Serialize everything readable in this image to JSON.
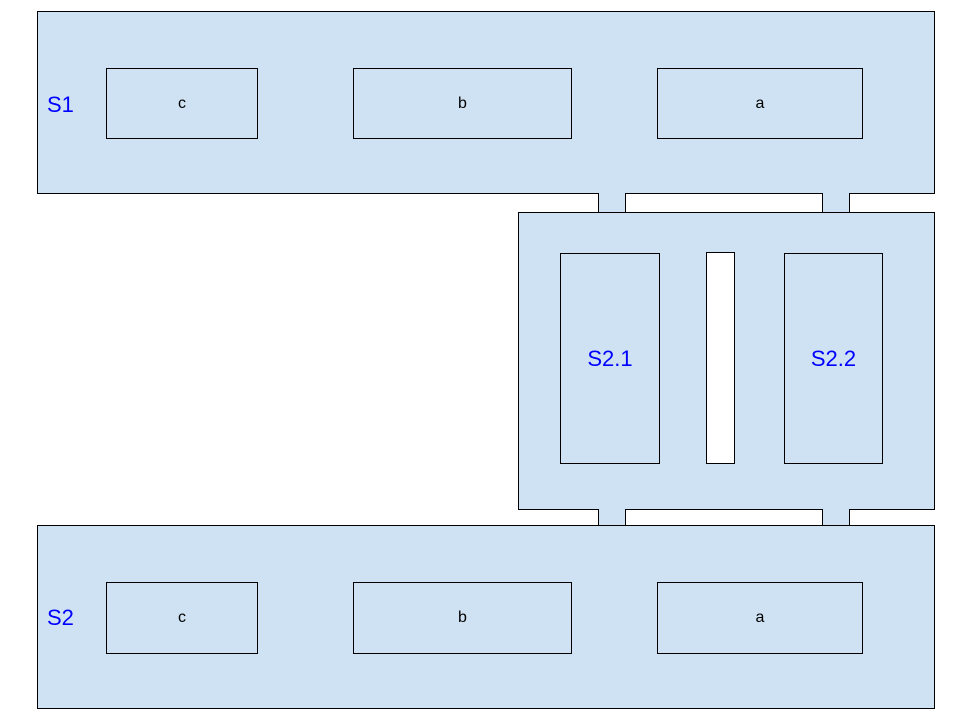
{
  "colors": {
    "fill": "#cfe2f3",
    "stroke": "#000000",
    "label": "#0000ff",
    "background": "#ffffff"
  },
  "section_top": {
    "label": "S1",
    "blocks": [
      "c",
      "b",
      "a"
    ]
  },
  "middle": {
    "left_label": "S2.1",
    "right_label": "S2.2"
  },
  "section_bottom": {
    "label": "S2",
    "blocks": [
      "c",
      "b",
      "a"
    ]
  }
}
